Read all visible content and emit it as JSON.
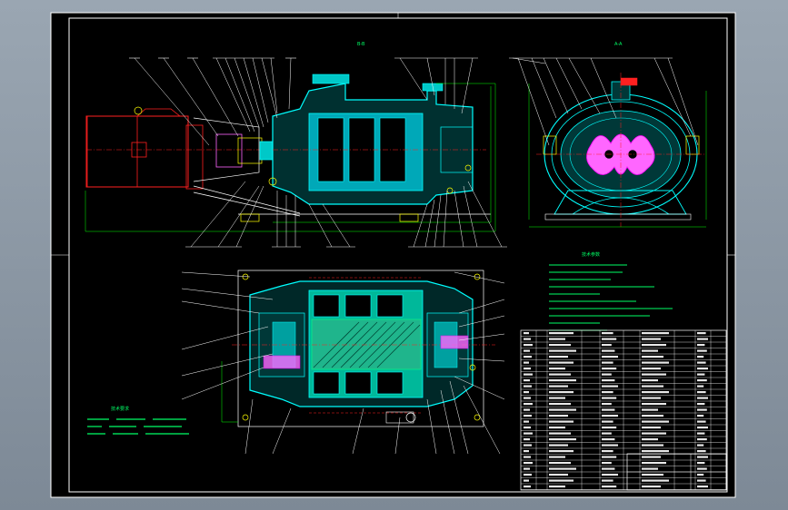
{
  "sheet": {
    "background": "#000000",
    "border_color": "#ffffff",
    "section_labels": [
      "B-B",
      "A-A"
    ]
  },
  "notes_block": {
    "title": "技术要求",
    "color": "#00ff66"
  },
  "params_block": {
    "title": "技术参数",
    "color": "#00ff66"
  },
  "colors": {
    "housing": "#00ffff",
    "motor": "#ff0000",
    "dimension": "#00ff00",
    "leader": "#ffffff",
    "rotor": "#ff66ff",
    "hatch_green": "#00ff88",
    "part_yellow": "#ffff00"
  },
  "icons": [
    "pump-section-drawing",
    "motor-block",
    "rotor-endview",
    "bom-table"
  ]
}
